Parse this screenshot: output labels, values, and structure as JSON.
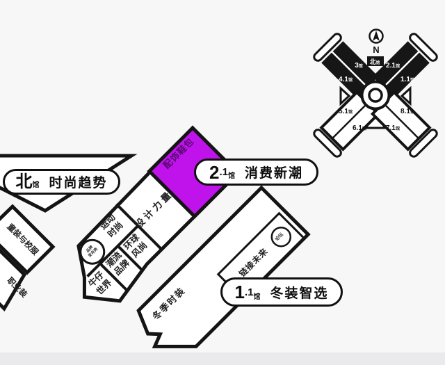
{
  "pills": {
    "north": {
      "num": "北",
      "guan": "馆",
      "title": "时尚趋势"
    },
    "h21": {
      "num": "2",
      "dot": ".1",
      "guan": "馆",
      "title": "消费新潮"
    },
    "h11": {
      "num": "1",
      "dot": ".1",
      "guan": "馆",
      "title": "冬装智选"
    }
  },
  "sections": {
    "accessories_bags": "配饰鞋包",
    "design_power": "设计力量",
    "sport_fashion": {
      "l1": "运动",
      "l2": "时尚"
    },
    "global_style": {
      "l1": "环球",
      "l2": "风尚"
    },
    "trend_brands": {
      "l1": "潮流",
      "l2": "品牌"
    },
    "denim_world": {
      "l1": "牛仔",
      "l2": "世界"
    },
    "brand_show": {
      "l1": "品牌",
      "l2": "发布秀"
    },
    "winter_fashion": "冬季时装",
    "link_future": "链接未来",
    "forum": "论坛",
    "kids_school": "童装与校服",
    "workwear": "职业装"
  },
  "minimap": {
    "compass": "N",
    "north_box": {
      "num": "北",
      "guan": "馆"
    },
    "halls": [
      {
        "num": "3",
        "guan": "馆"
      },
      {
        "num": "2.1",
        "guan": "馆"
      },
      {
        "num": "4.1",
        "guan": "馆"
      },
      {
        "num": "1.1",
        "guan": "馆"
      },
      {
        "num": "5.1",
        "guan": "馆"
      },
      {
        "num": "8.1",
        "guan": "馆"
      },
      {
        "num": "6.1",
        "guan": "馆"
      },
      {
        "num": "7.1",
        "guan": "馆"
      }
    ]
  },
  "colors": {
    "highlight": "#c013ec",
    "highlight_text": "#570a70",
    "outline": "#141414",
    "wing_fill": "#161616"
  }
}
